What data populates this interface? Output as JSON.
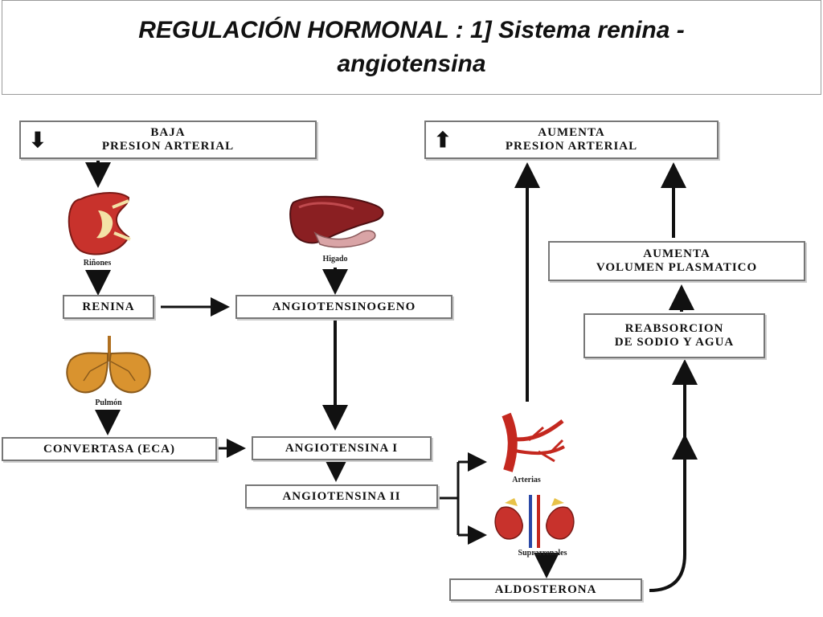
{
  "title": {
    "line1": "REGULACIÓN  HORMONAL :   1]  Sistema  renina -",
    "line2": "angiotensina"
  },
  "boxes": {
    "low_pressure": {
      "line1": "BAJA",
      "line2": "PRESION ARTERIAL"
    },
    "high_pressure": {
      "line1": "AUMENTA",
      "line2": "PRESION ARTERIAL"
    },
    "renina": "RENINA",
    "angiotensinogeno": "ANGIOTENSINOGENO",
    "convertasa": "CONVERTASA (ECA)",
    "angiotensina1": "ANGIOTENSINA  I",
    "angiotensina2": "ANGIOTENSINA  II",
    "aldosterona": "ALDOSTERONA",
    "reabsorcion": {
      "line1": "REABSORCION",
      "line2": "DE SODIO Y AGUA"
    },
    "volumen": {
      "line1": "AUMENTA",
      "line2": "VOLUMEN PLASMATICO"
    }
  },
  "organs": {
    "kidneys": "Riñones",
    "liver": "Higado",
    "lungs": "Pulmón",
    "arteries": "Arterias",
    "adrenals": "Suprarrenales"
  },
  "colors": {
    "kidney": "#c8322c",
    "liver": "#8a1f22",
    "lung": "#d9932f",
    "artery": "#c4281f",
    "arrow": "#111111",
    "box_border": "#777777"
  }
}
